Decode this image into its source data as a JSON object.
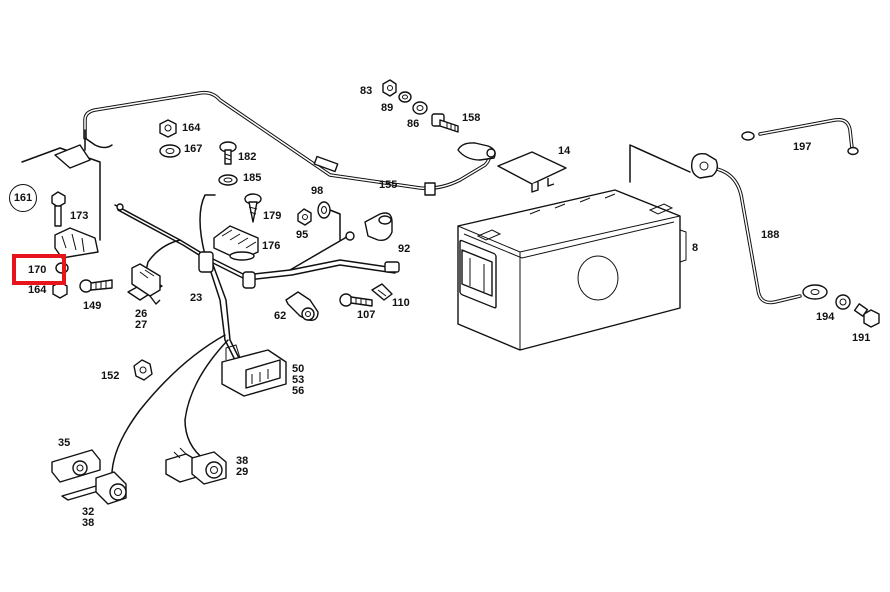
{
  "diagram": {
    "callout_circle": "161",
    "highlight_color": "#e8141b",
    "highlighted_part": "170",
    "part_labels": {
      "l83": "83",
      "l89": "89",
      "l86": "86",
      "l158": "158",
      "l164a": "164",
      "l167": "167",
      "l182": "182",
      "l185": "185",
      "l179": "179",
      "l176": "176",
      "l98": "98",
      "l95": "95",
      "l155": "155",
      "l14": "14",
      "l92": "92",
      "l173": "173",
      "l170": "170",
      "l164b": "164",
      "l149": "149",
      "l23": "23",
      "l26": "26",
      "l27": "27",
      "l62": "62",
      "l107": "107",
      "l110": "110",
      "l152": "152",
      "l50": "50",
      "l53": "53",
      "l56": "56",
      "l35": "35",
      "l32": "32",
      "l38a": "38",
      "l38b": "38",
      "l29": "29",
      "l8": "8",
      "l197": "197",
      "l188": "188",
      "l194": "194",
      "l191": "191"
    }
  }
}
